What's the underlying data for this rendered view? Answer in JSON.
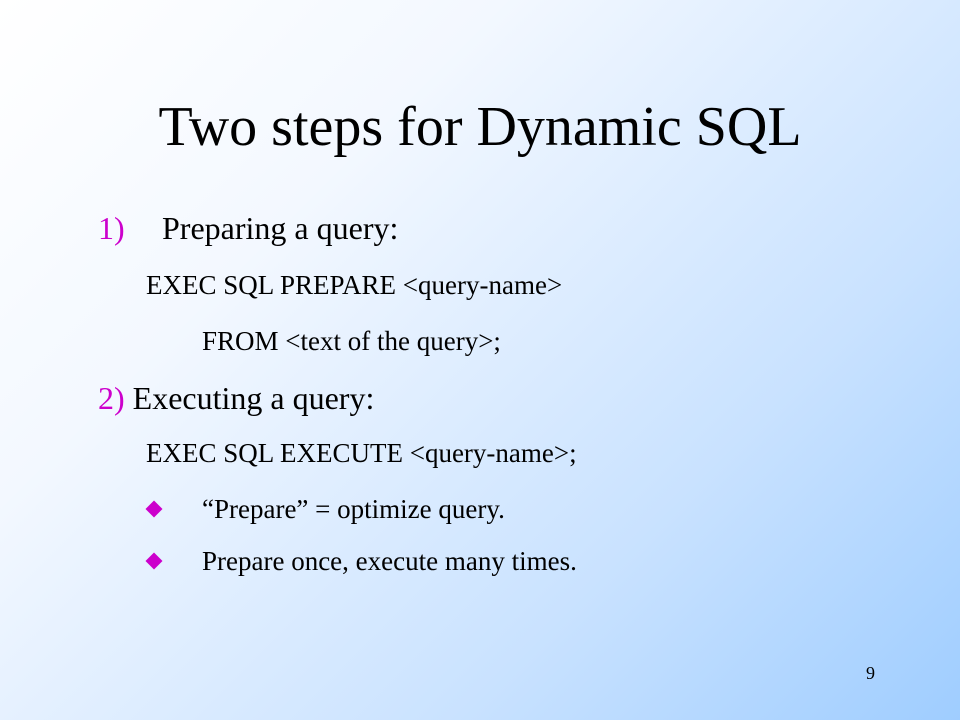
{
  "slide": {
    "title": "Two steps for Dynamic SQL",
    "steps": [
      {
        "marker": "1)",
        "heading": "Preparing a query:",
        "code_lines": [
          "EXEC SQL PREPARE <query-name>",
          "FROM <text of the query>;"
        ]
      },
      {
        "marker": "2)",
        "heading": "Executing a query:",
        "code_lines": [
          "EXEC SQL EXECUTE <query-name>;"
        ]
      }
    ],
    "notes": [
      "“Prepare” = optimize query.",
      "Prepare once, execute many times."
    ],
    "page_number": "9"
  },
  "colors": {
    "accent": "#cc00cc",
    "background_start": "#ffffff",
    "background_end": "#9fcdff"
  },
  "icons": {
    "bullet": "diamond-bullet-icon"
  }
}
